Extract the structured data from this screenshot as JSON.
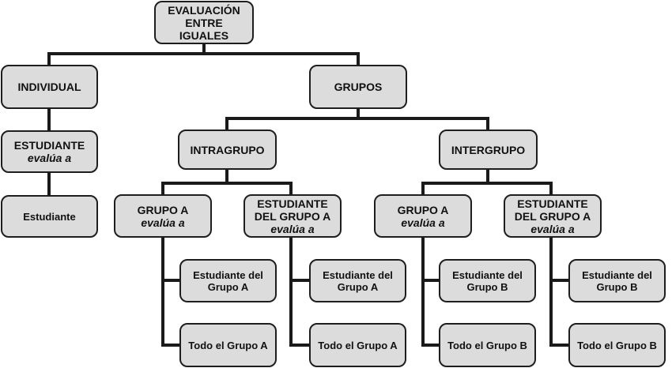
{
  "title": {
    "line1": "EVALUACIÓN",
    "line2": "ENTRE",
    "line3": "IGUALES"
  },
  "individual": "INDIVIDUAL",
  "grupos": "GRUPOS",
  "estudiante_evalua": {
    "line1": "ESTUDIANTE",
    "line2": "evalúa a"
  },
  "estudiante": "Estudiante",
  "intragrupo": "INTRAGRUPO",
  "intergrupo": "INTERGRUPO",
  "intra_grupo_a": {
    "line1": "GRUPO A",
    "line2": "evalúa a"
  },
  "intra_est_grupo_a": {
    "line1": "ESTUDIANTE",
    "line2": "DEL GRUPO A",
    "line3": "evalúa a"
  },
  "inter_grupo_a": {
    "line1": "GRUPO A",
    "line2": "evalúa a"
  },
  "inter_est_grupo_a": {
    "line1": "ESTUDIANTE",
    "line2": "DEL GRUPO A",
    "line3": "evalúa a"
  },
  "leaf1": {
    "line1": "Estudiante del",
    "line2": "Grupo A"
  },
  "leaf2": "Todo el Grupo A",
  "leaf3": {
    "line1": "Estudiante del",
    "line2": "Grupo A"
  },
  "leaf4": "Todo el Grupo A",
  "leaf5": {
    "line1": "Estudiante del",
    "line2": "Grupo B"
  },
  "leaf6": "Todo el Grupo B",
  "leaf7": {
    "line1": "Estudiante del",
    "line2": "Grupo B"
  },
  "leaf8": "Todo el Grupo B"
}
